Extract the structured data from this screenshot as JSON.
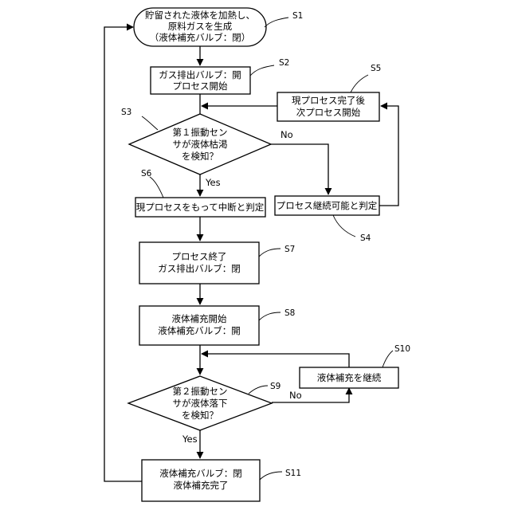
{
  "nodes": {
    "s1": {
      "lines": [
        "貯留された液体を加熱し、",
        "原料ガスを生成",
        "（液体補充バルブ：閉）"
      ],
      "step": "S1"
    },
    "s2": {
      "lines": [
        "ガス排出バルブ：開",
        "プロセス開始"
      ],
      "step": "S2"
    },
    "s3": {
      "lines": [
        "第１振動セン",
        "サが液体枯渇",
        "を検知？"
      ],
      "step": "S3"
    },
    "s4": {
      "lines": [
        "プロセス継続可能と判定"
      ],
      "step": "S4"
    },
    "s5": {
      "lines": [
        "現プロセス完了後",
        "次プロセス開始"
      ],
      "step": "S5"
    },
    "s6": {
      "lines": [
        "現プロセスをもって中断と判定"
      ],
      "step": "S6"
    },
    "s7": {
      "lines": [
        "プロセス終了",
        "ガス排出バルブ：閉"
      ],
      "step": "S7"
    },
    "s8": {
      "lines": [
        "液体補充開始",
        "液体補充バルブ：開"
      ],
      "step": "S8"
    },
    "s9": {
      "lines": [
        "第２振動セン",
        "サが液体落下",
        "を検知？"
      ],
      "step": "S9"
    },
    "s10": {
      "lines": [
        "液体補充を継続"
      ],
      "step": "S10"
    },
    "s11": {
      "lines": [
        "液体補充バルブ：閉",
        "液体補充完了"
      ],
      "step": "S11"
    }
  },
  "branches": {
    "s3_yes": "Yes",
    "s3_no": "No",
    "s9_yes": "Yes",
    "s9_no": "No"
  }
}
